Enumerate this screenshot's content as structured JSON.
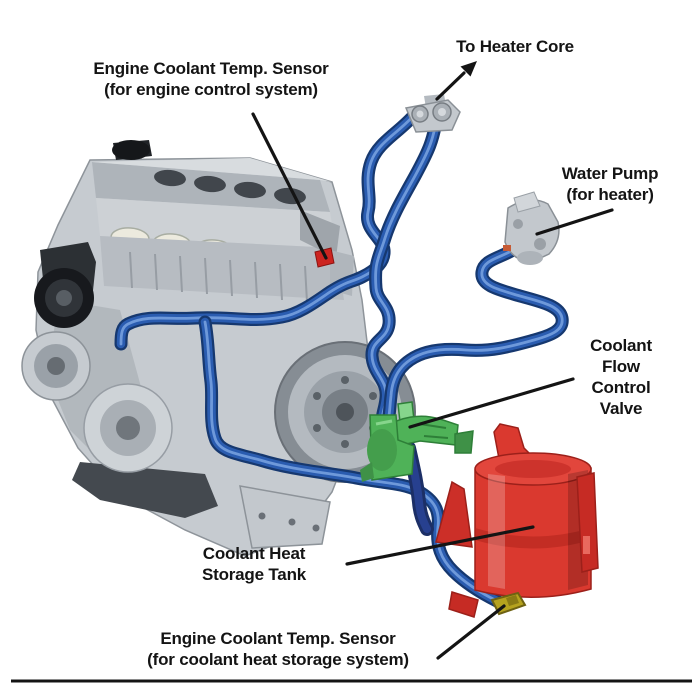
{
  "labels": {
    "engine_coolant_temp_sensor_engine": {
      "line1": "Engine Coolant Temp. Sensor",
      "line2": "(for engine control system)"
    },
    "to_heater_core": {
      "text": "To Heater Core"
    },
    "water_pump": {
      "line1": "Water Pump",
      "line2": "(for heater)"
    },
    "coolant_flow_control_valve": {
      "line1": "Coolant",
      "line2": "Flow",
      "line3": "Control",
      "line4": "Valve"
    },
    "coolant_heat_storage_tank": {
      "line1": "Coolant Heat",
      "line2": "Storage Tank"
    },
    "engine_coolant_temp_sensor_storage": {
      "line1": "Engine Coolant Temp. Sensor",
      "line2": "(for coolant heat storage system)"
    }
  },
  "colors": {
    "background": "#ffffff",
    "label_black": "#141414",
    "hose_blue": "#2a5cb0",
    "hose_blue_dark": "#16386f",
    "hose_blue_light": "#7aa3e2",
    "valve_green": "#4fb258",
    "valve_green_dark": "#2e7f38",
    "valve_green_light": "#86d58c",
    "tank_red": "#da392f",
    "tank_red_dark": "#9c201a",
    "tank_red_light": "#ef6a5c",
    "sensor_yellow": "#b5a21e",
    "sensor_yellow_dark": "#6e6212",
    "engine_sensor_red": "#cc2420",
    "engine_gray": "#c6cbd0",
    "engine_gray_mid": "#a9afb5",
    "engine_gray_dark": "#8e949a",
    "engine_gray_darker": "#3c4146"
  }
}
